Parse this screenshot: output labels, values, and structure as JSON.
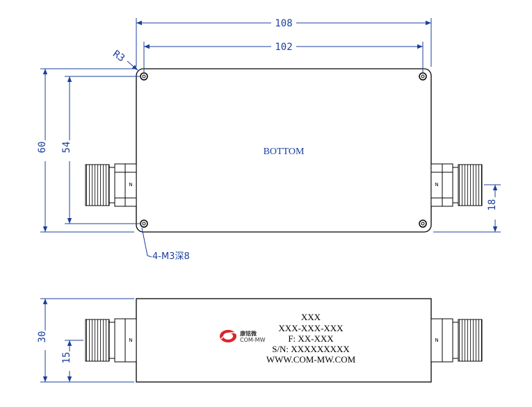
{
  "top_view": {
    "dim_overall_length": "108",
    "dim_hole_spacing_length": "102",
    "dim_corner_radius": "R3",
    "dim_overall_width": "60",
    "dim_hole_spacing_width": "54",
    "dim_connector_offset": "18",
    "face_label": "BOTTOM",
    "hole_callout": "4-M3深8",
    "connector_marks": [
      "N",
      "N"
    ]
  },
  "side_view": {
    "dim_height": "30",
    "dim_connector_height": "15",
    "label_lines": [
      "XXX",
      "XXX-XXX-XXX",
      "F: XX-XXX",
      "S/N: XXXXXXXXX",
      "WWW.COM-MW.COM"
    ],
    "logo_text": "康铭微",
    "logo_subtext": "COM-MW",
    "connector_marks": [
      "N",
      "N"
    ]
  },
  "colors": {
    "dimension": "#1a3f9e",
    "outline": "#000000",
    "logo_red": "#d9262b"
  }
}
